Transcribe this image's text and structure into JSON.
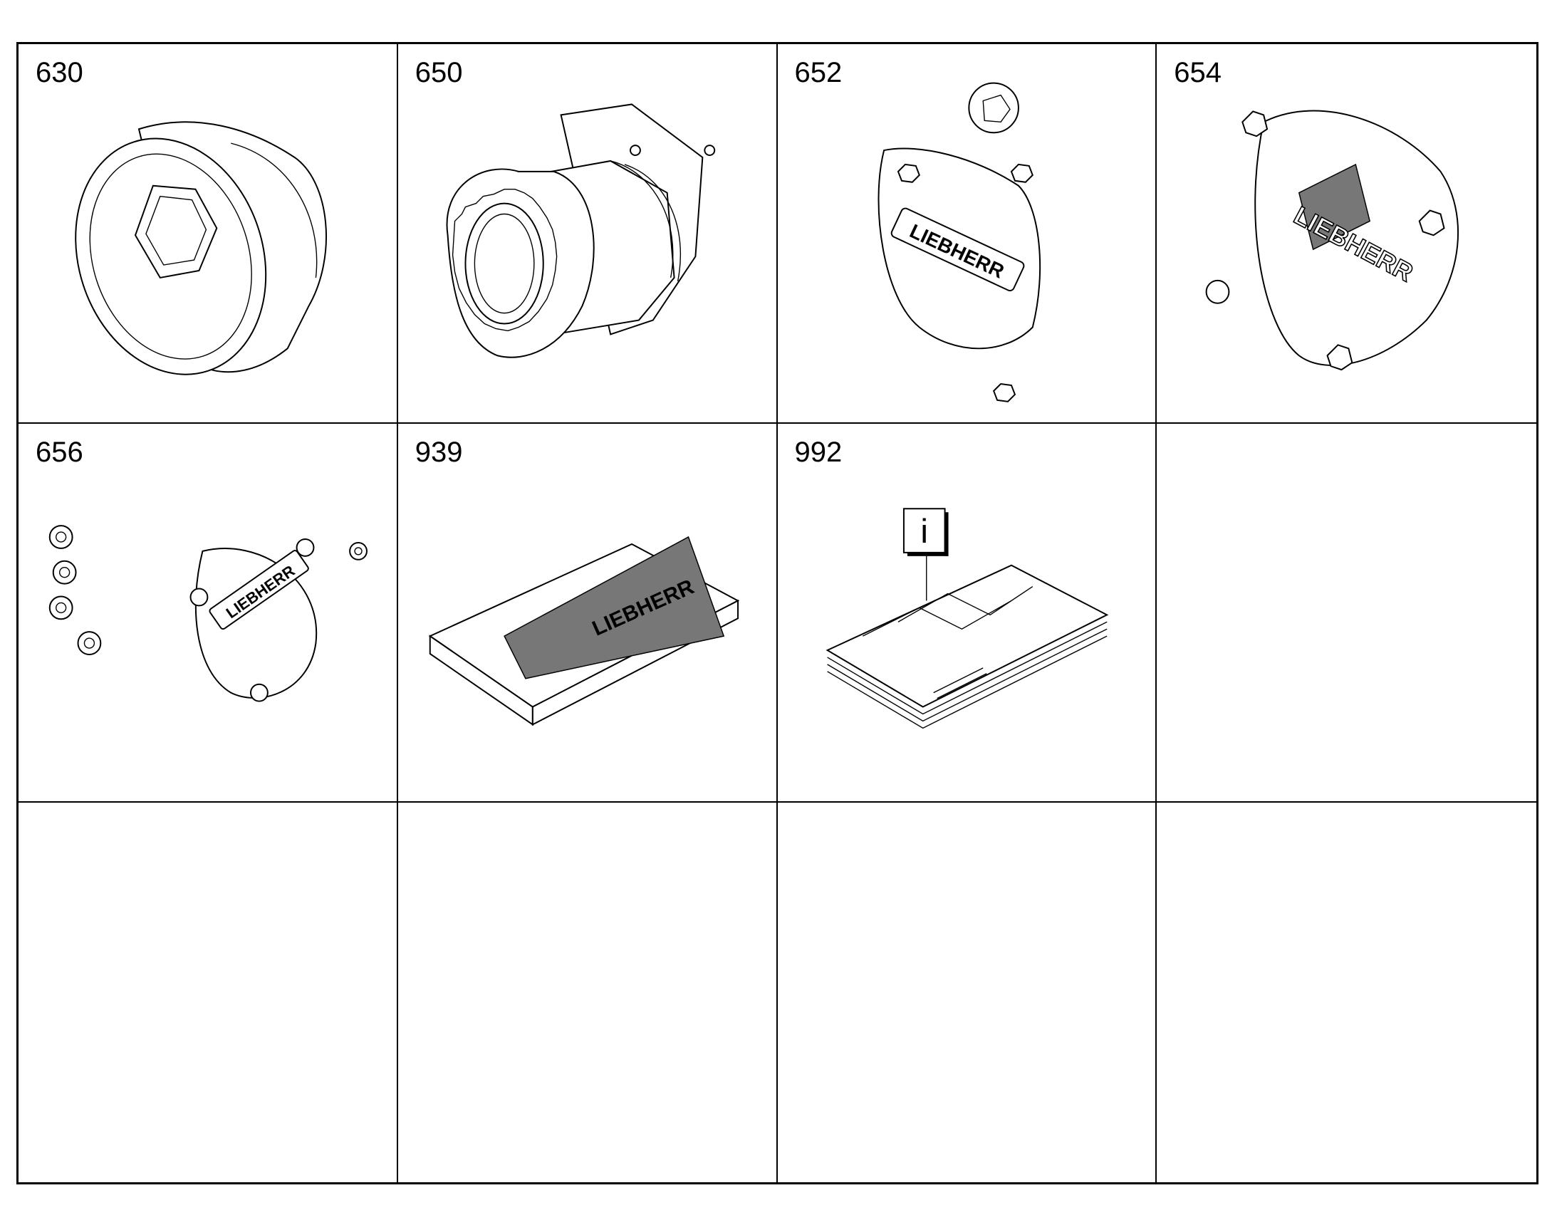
{
  "cells": [
    {
      "number": "630",
      "icon": "plug-screw-icon"
    },
    {
      "number": "650",
      "icon": "gear-hub-icon"
    },
    {
      "number": "652",
      "icon": "cover-plate-icon",
      "logo": "LIEBHERR"
    },
    {
      "number": "654",
      "icon": "round-cover-icon",
      "logo": "LIEBHERR"
    },
    {
      "number": "656",
      "icon": "cover-kit-icon",
      "logo": "LIEBHERR"
    },
    {
      "number": "939",
      "icon": "parts-box-icon",
      "logo": "LIEBHERR"
    },
    {
      "number": "992",
      "icon": "info-documents-icon",
      "info_glyph": "i"
    },
    {
      "number": ""
    },
    {
      "number": ""
    },
    {
      "number": ""
    },
    {
      "number": ""
    },
    {
      "number": ""
    }
  ]
}
